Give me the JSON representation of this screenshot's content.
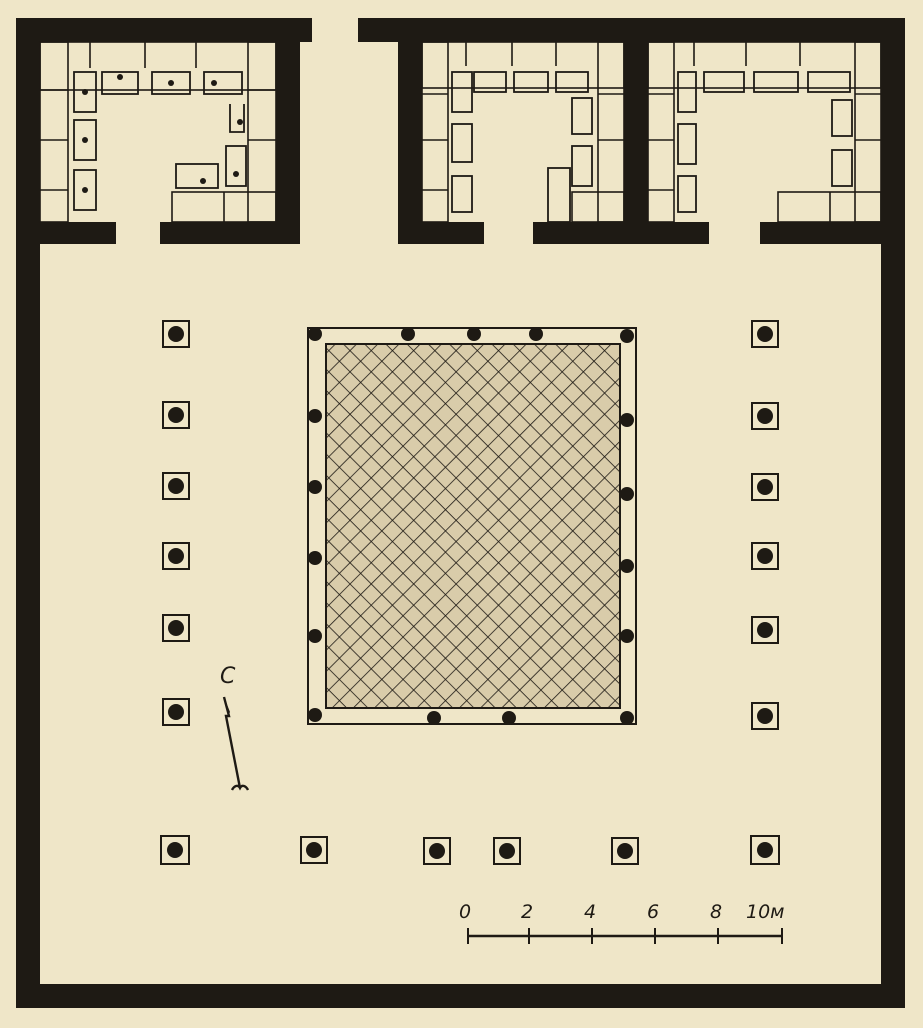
{
  "colors": {
    "paper": "#efe6c8",
    "ink": "#1e1a14",
    "hatch_fill": "#d9ccaa"
  },
  "north_arrow": {
    "label": "С"
  },
  "scale_bar": {
    "labels": [
      "0",
      "2",
      "4",
      "6",
      "8",
      "10м"
    ]
  }
}
